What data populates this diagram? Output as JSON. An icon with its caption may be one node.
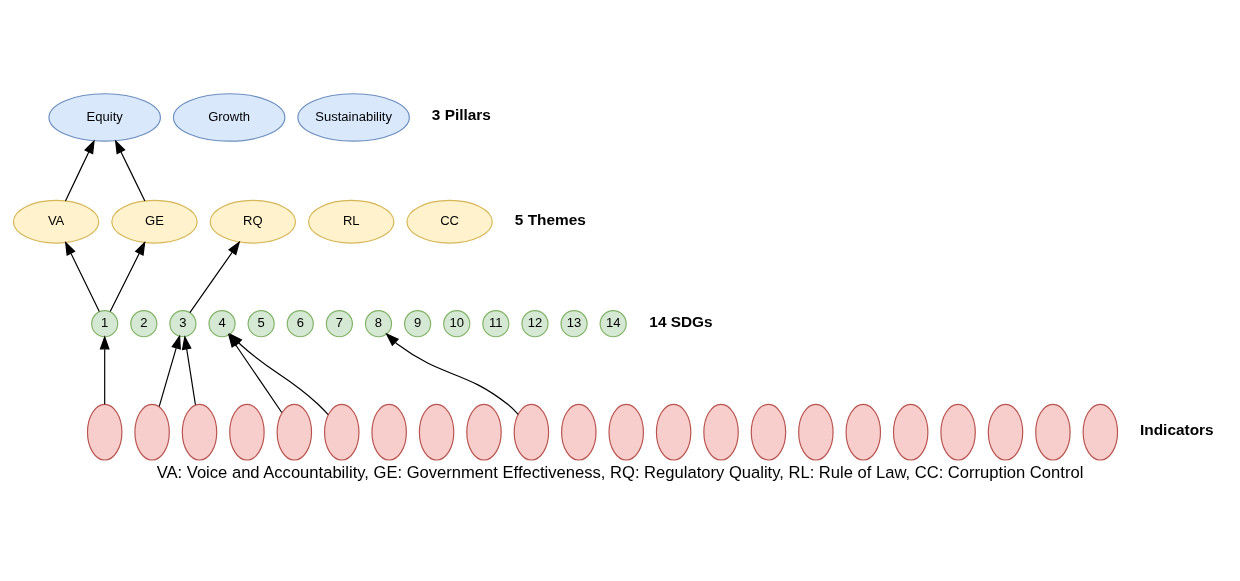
{
  "diagram": {
    "caption": "VA: Voice and Accountability, GE: Government Effectiveness, RQ: Regulatory Quality, RL: Rule of Law, CC: Corruption Control",
    "nodes": [
      {
        "text": [
          "Equity"
        ]
      },
      {
        "text": [
          "Growth"
        ]
      },
      {
        "text": [
          "Sustainability"
        ]
      },
      {
        "text": [
          "VA"
        ]
      },
      {
        "text": [
          "GE"
        ]
      },
      {
        "text": [
          "RQ"
        ]
      },
      {
        "text": [
          "RL"
        ]
      },
      {
        "text": [
          "CC"
        ]
      },
      {
        "text": [
          "1"
        ]
      },
      {
        "text": [
          "2"
        ]
      },
      {
        "text": [
          "3"
        ]
      },
      {
        "text": [
          "4"
        ]
      },
      {
        "text": [
          "5"
        ]
      },
      {
        "text": [
          "6"
        ]
      },
      {
        "text": [
          "7"
        ]
      },
      {
        "text": [
          "8"
        ]
      },
      {
        "text": [
          "9"
        ]
      },
      {
        "text": [
          "10"
        ]
      },
      {
        "text": [
          "11"
        ]
      },
      {
        "text": [
          "12"
        ]
      },
      {
        "text": [
          "13"
        ]
      },
      {
        "text": [
          "14"
        ]
      },
      {
        "text": [],
        "shape": "ellipse"
      },
      {
        "text": [],
        "shape": "ellipse"
      },
      {
        "text": [],
        "shape": "ellipse"
      },
      {
        "text": [],
        "shape": "ellipse"
      },
      {
        "text": [],
        "shape": "ellipse"
      },
      {
        "text": [],
        "shape": "ellipse"
      },
      {
        "text": [],
        "shape": "ellipse"
      },
      {
        "text": [],
        "shape": "ellipse"
      },
      {
        "text": [],
        "shape": "ellipse"
      },
      {
        "text": [],
        "shape": "ellipse"
      },
      {
        "text": [],
        "shape": "ellipse"
      },
      {
        "text": [],
        "shape": "ellipse"
      },
      {
        "text": [],
        "shape": "ellipse"
      },
      {
        "text": [],
        "shape": "ellipse"
      },
      {
        "text": [],
        "shape": "ellipse"
      },
      {
        "text": [],
        "shape": "ellipse"
      },
      {
        "text": [],
        "shape": "ellipse"
      },
      {
        "text": [],
        "shape": "ellipse"
      },
      {
        "text": [],
        "shape": "ellipse"
      },
      {
        "text": [],
        "shape": "ellipse"
      },
      {
        "text": [],
        "shape": "ellipse"
      },
      {
        "text": [],
        "shape": "ellipse"
      }
    ],
    "edges": [
      {
        "from": 3,
        "to": 0,
        "arrow": "to"
      },
      {
        "from": 4,
        "to": 0,
        "arrow": "to"
      },
      {
        "from": 8,
        "to": 3,
        "arrow": "to"
      },
      {
        "from": 8,
        "to": 4,
        "arrow": "to"
      },
      {
        "from": 10,
        "to": 5,
        "arrow": "to"
      },
      {
        "from": 22,
        "to": 8,
        "arrow": "to"
      },
      {
        "from": 23,
        "to": 10,
        "arrow": "to"
      },
      {
        "from": 24,
        "to": 10,
        "arrow": "to"
      },
      {
        "from": 26,
        "to": 11,
        "arrow": "to"
      },
      {
        "from": 27,
        "to": 11,
        "arrow": "to"
      },
      {
        "from": 31,
        "to": 15,
        "arrow": "to"
      }
    ],
    "labels": [
      "3 Pillars",
      "5 Themes",
      "14 SDGs",
      "Indicators"
    ]
  }
}
